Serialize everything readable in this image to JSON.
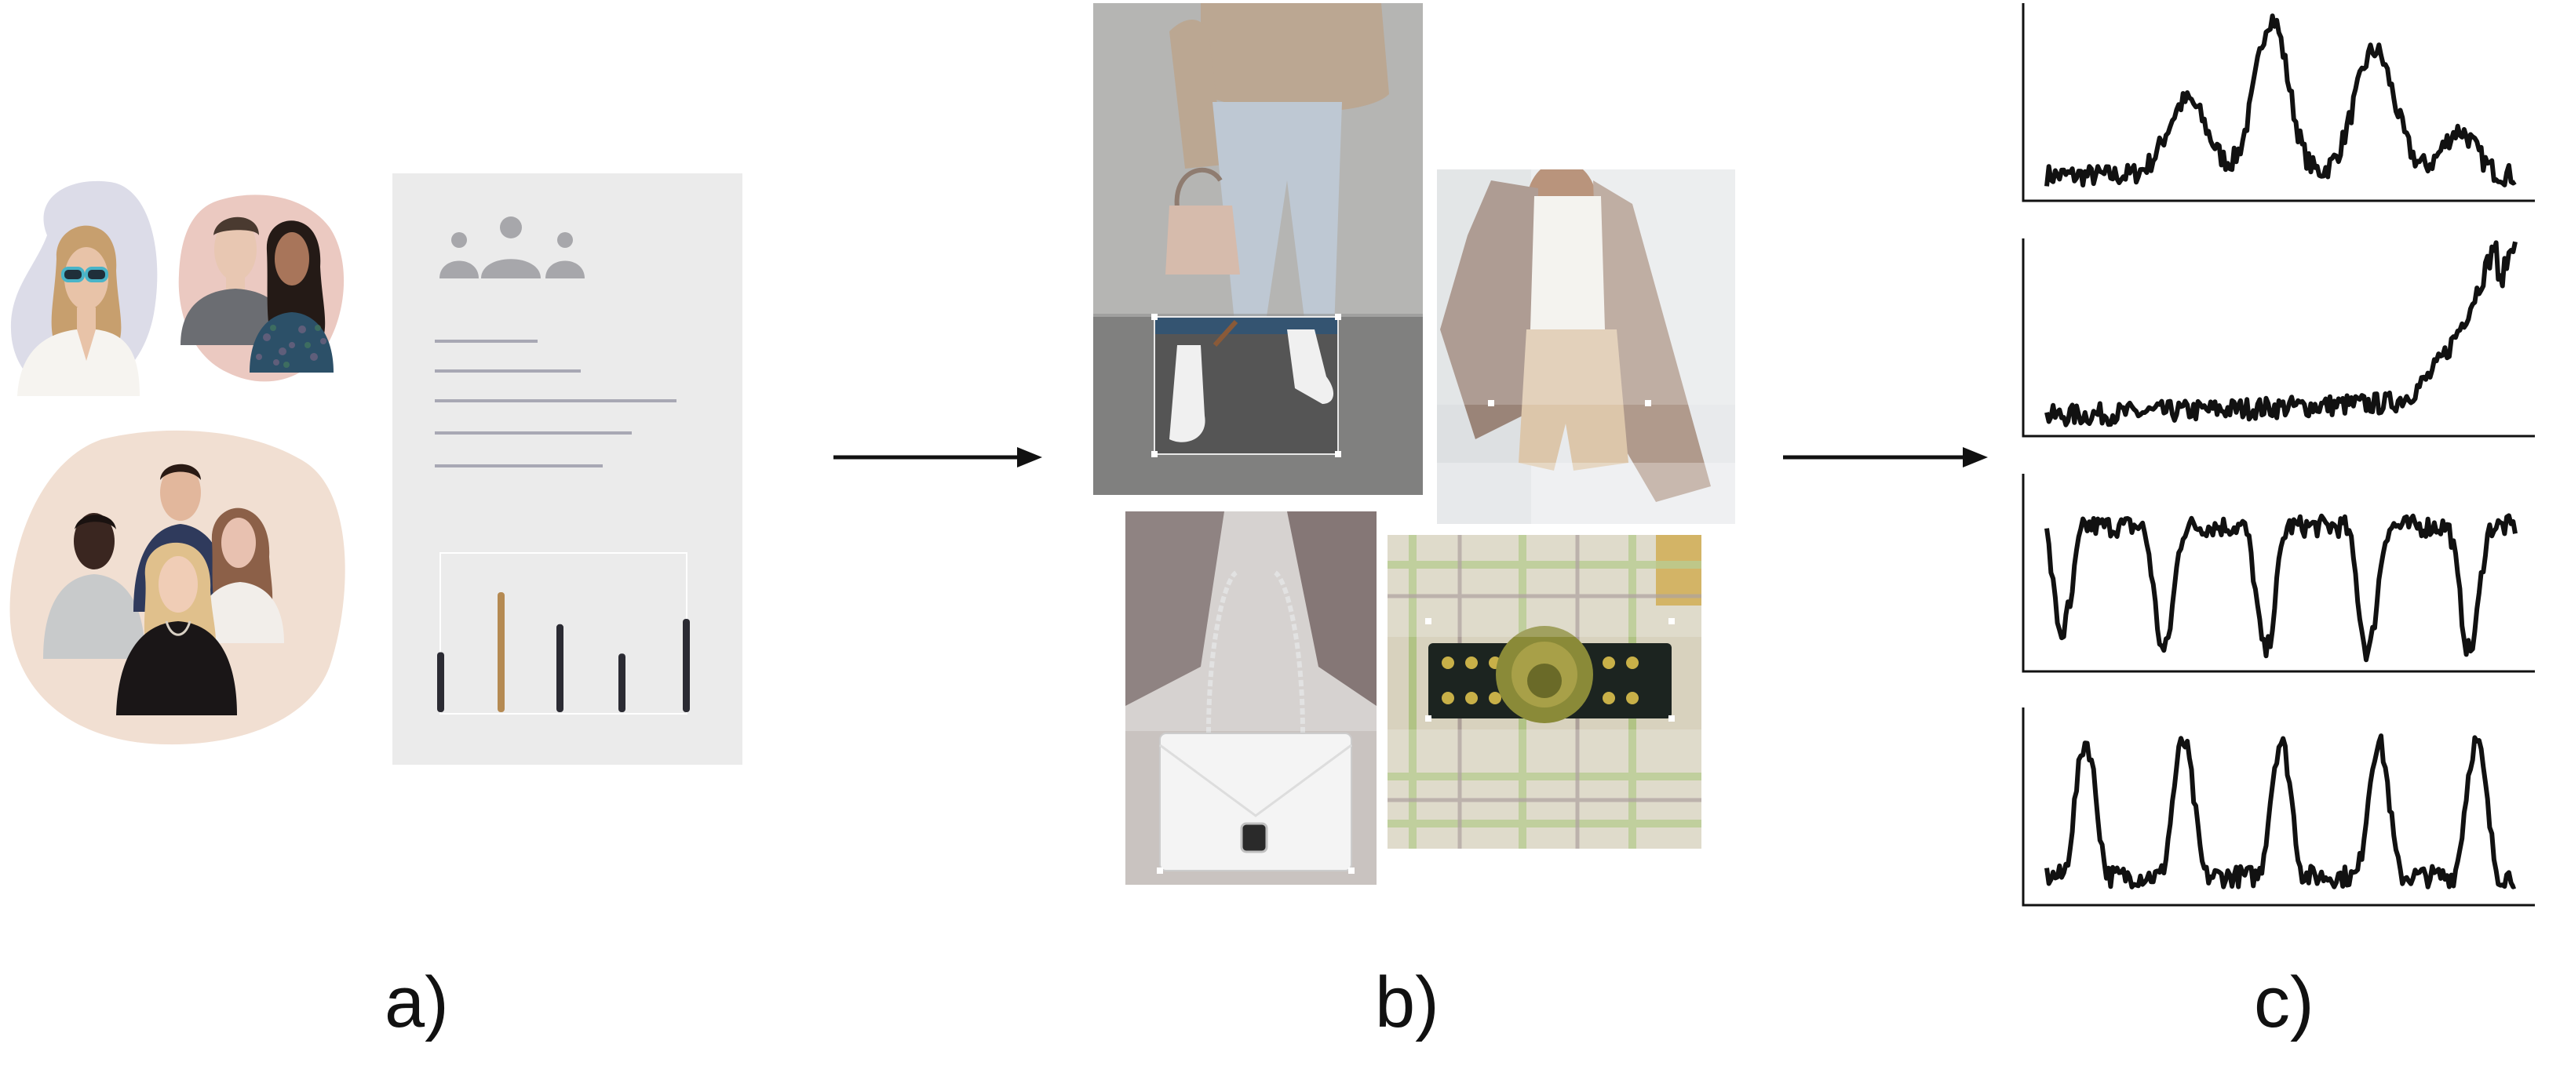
{
  "figure": {
    "panels": [
      {
        "id": "a",
        "label": "a)"
      },
      {
        "id": "b",
        "label": "b)"
      },
      {
        "id": "c",
        "label": "c)"
      }
    ],
    "arrow_icon": "right-arrow-icon",
    "panel_a": {
      "illustration": "people-groups-illustration",
      "document_icon": "report-document-icon",
      "users_icon": "users-group-icon",
      "bar_values": [
        0.45,
        0.9,
        0.66,
        0.44,
        0.7
      ],
      "accent_bar_index": 1,
      "colors": {
        "bar": "#2b2b33",
        "accent": "#b58a52",
        "document": "#ebebeb",
        "text_line": "#a8a8b4"
      }
    },
    "panel_b": {
      "images": [
        {
          "name": "handbag-street-photo",
          "crop_subject": "white-boots"
        },
        {
          "name": "blazer-outfit-photo",
          "crop_subject": "beige-shorts"
        },
        {
          "name": "white-handbag-photo",
          "crop_subject": "white-handbag"
        },
        {
          "name": "plaid-jacket-belt-photo",
          "crop_subject": "lion-head-belt"
        }
      ]
    },
    "panel_c": {
      "series_patterns": [
        "multi-peak",
        "late-rise",
        "periodic-dips",
        "periodic-peaks"
      ]
    }
  }
}
